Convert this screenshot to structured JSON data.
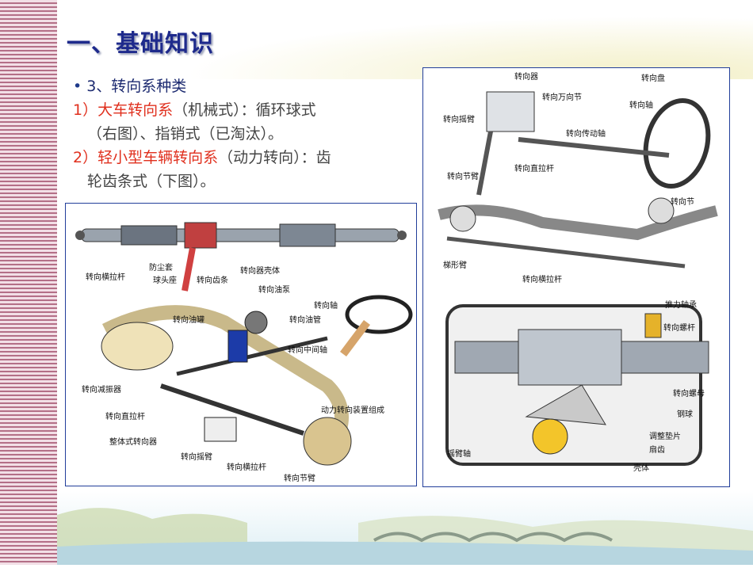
{
  "title": "一、基础知识",
  "heading": "3、转向系种类",
  "items": [
    {
      "num": "1）",
      "term": "大车转向系",
      "rest1": "（机械式）：循环球式",
      "rest2": "（右图）、指销式（已淘汰）。"
    },
    {
      "num": "2）",
      "term": "轻小型车辆转向系",
      "rest1": "（动力转向）：齿",
      "rest2": "轮齿条式（下图）。"
    }
  ],
  "figure_rack": {
    "labels": [
      "转向横拉杆",
      "防尘套",
      "球头座",
      "转向齿条",
      "转向器壳体"
    ]
  },
  "figure_power": {
    "labels": [
      "转向油罐",
      "转向油管",
      "转向轴",
      "转向中间轴",
      "转向减振器",
      "转向直拉杆",
      "整体式转向器",
      "转向摇臂",
      "转向横拉杆",
      "转向节臂",
      "动力转向装置组成",
      "转向油泵"
    ]
  },
  "figure_mech": {
    "labels": [
      "转向器",
      "转向盘",
      "转向万向节",
      "转向轴",
      "转向摇臂",
      "转向传动轴",
      "转向节臂",
      "转向直拉杆",
      "转向节",
      "梯形臂",
      "转向横拉杆"
    ]
  },
  "figure_ball": {
    "labels": [
      "推力轴承",
      "转向螺杆",
      "转向螺母",
      "钢球",
      "调整垫片",
      "摇臂轴",
      "扇齿",
      "壳体"
    ]
  },
  "colors": {
    "title": "#1e2a8c",
    "accent_red": "#e0301e",
    "border": "#223e9a"
  }
}
